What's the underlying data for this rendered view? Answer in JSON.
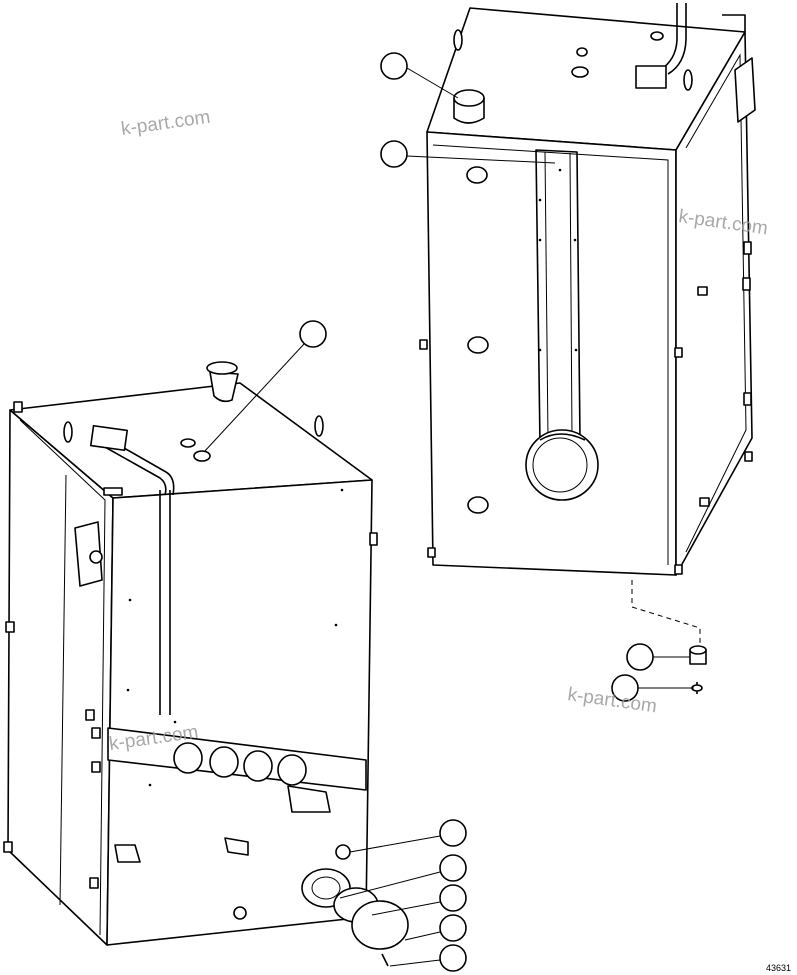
{
  "diagram": {
    "figure_number": "43631",
    "watermarks": [
      "k-part.com",
      "k-part.com",
      "k-part.com",
      "k-part.com"
    ],
    "callouts": [
      {
        "id": "callout-1",
        "label": ""
      },
      {
        "id": "callout-2",
        "label": ""
      },
      {
        "id": "callout-3",
        "label": ""
      },
      {
        "id": "callout-4",
        "label": ""
      },
      {
        "id": "callout-5",
        "label": ""
      },
      {
        "id": "callout-6",
        "label": ""
      },
      {
        "id": "callout-7",
        "label": ""
      },
      {
        "id": "callout-8",
        "label": ""
      },
      {
        "id": "callout-9",
        "label": ""
      },
      {
        "id": "callout-10",
        "label": ""
      }
    ],
    "colors": {
      "line": "#000000",
      "background": "#ffffff",
      "watermark": "#9a9a9a"
    }
  }
}
